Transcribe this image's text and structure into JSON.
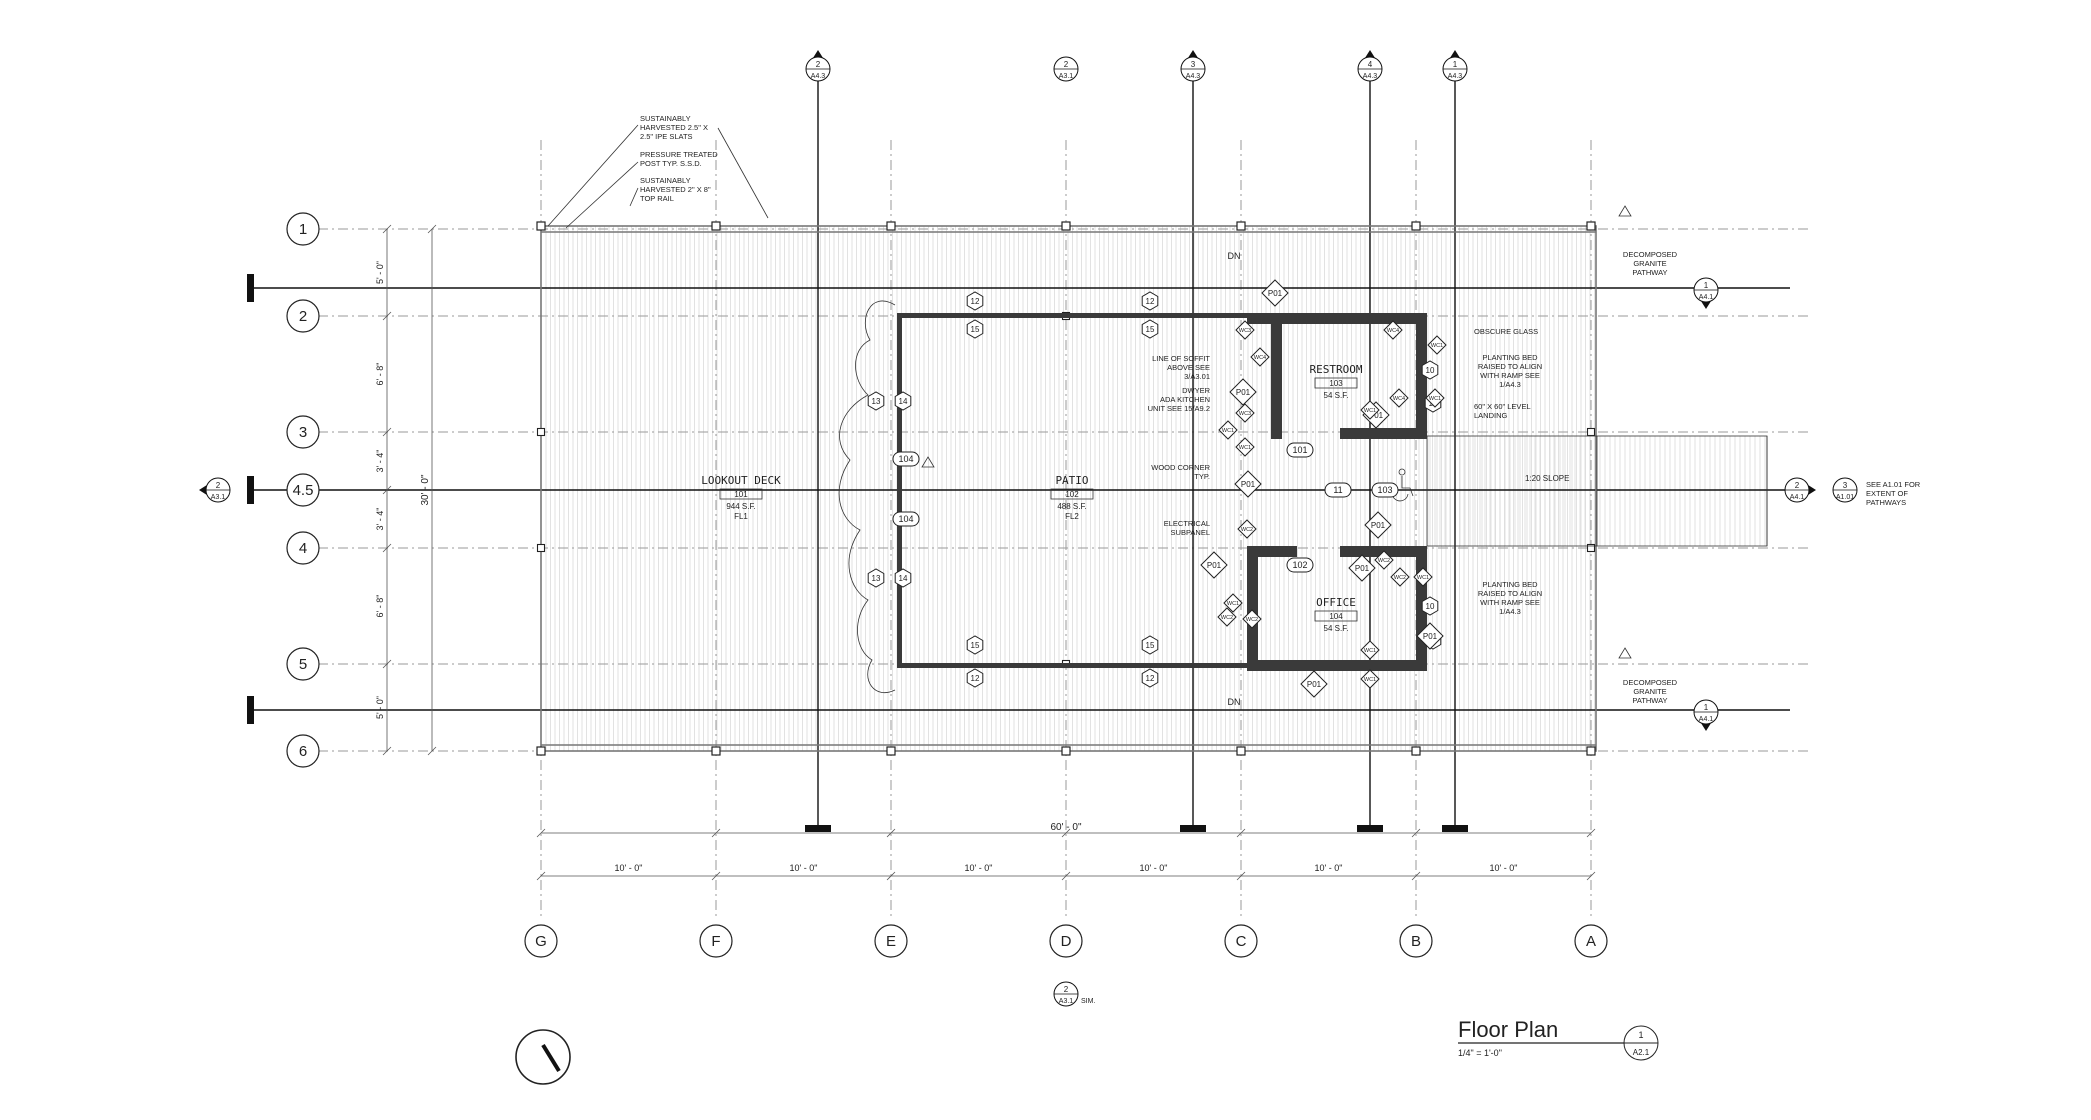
{
  "grid": {
    "rows": [
      "1",
      "2",
      "3",
      "4.5",
      "4",
      "5",
      "6"
    ],
    "columns": [
      "G",
      "F",
      "E",
      "D",
      "C",
      "B",
      "A"
    ]
  },
  "dimensions": {
    "row_spacings": [
      "5' - 0\"",
      "6' - 8\"",
      "3' - 4\"",
      "3' - 4\"",
      "6' - 8\"",
      "5' - 0\""
    ],
    "overall_height": "30' - 0\"",
    "column_spacings": [
      "10' - 0\"",
      "10' - 0\"",
      "10' - 0\"",
      "10' - 0\"",
      "10' - 0\"",
      "10' - 0\""
    ],
    "overall_width": "60' - 0\""
  },
  "rooms": [
    {
      "name": "LOOKOUT DECK",
      "number": "101",
      "area": "944 S.F.",
      "finish": "FL1"
    },
    {
      "name": "PATIO",
      "number": "102",
      "area": "488 S.F.",
      "finish": "FL2"
    },
    {
      "name": "RESTROOM",
      "number": "103",
      "area": "54 S.F."
    },
    {
      "name": "OFFICE",
      "number": "104",
      "area": "54 S.F."
    }
  ],
  "notes": {
    "slats": [
      "SUSTAINABLY",
      "HARVESTED 2.5\" X",
      "2.5\" IPE SLATS"
    ],
    "post": [
      "PRESSURE TREATED",
      "POST TYP. S.S.D."
    ],
    "rail": [
      "SUSTAINABLY",
      "HARVESTED 2\" X 8\"",
      "TOP RAIL"
    ],
    "granite_top": [
      "DECOMPOSED",
      "GRANITE",
      "PATHWAY"
    ],
    "granite_bottom": [
      "DECOMPOSED",
      "GRANITE",
      "PATHWAY"
    ],
    "obscure_glass": "OBSCURE GLASS",
    "planting_top": [
      "PLANTING BED",
      "RAISED TO ALIGN",
      "WITH RAMP SEE",
      "1/A4.3"
    ],
    "planting_bottom": [
      "PLANTING BED",
      "RAISED TO ALIGN",
      "WITH RAMP SEE",
      "1/A4.3"
    ],
    "landing": [
      "60\" X 60\" LEVEL",
      "LANDING"
    ],
    "slope": "1:20 SLOPE",
    "pathways": [
      "SEE A1.01 FOR",
      "EXTENT OF",
      "PATHWAYS"
    ],
    "soffit": [
      "LINE OF SOFFIT",
      "ABOVE SEE",
      "3/A3.01"
    ],
    "kitchen": [
      "DWYER",
      "ADA KITCHEN",
      "UNIT SEE 15/A9.2"
    ],
    "corner": [
      "WOOD CORNER",
      "TYP."
    ],
    "subpanel": [
      "ELECTRICAL",
      "SUBPANEL"
    ],
    "dn_top": "DN",
    "dn_bottom": "DN",
    "sim": "SIM."
  },
  "section_markers": [
    {
      "num": "2",
      "sheet": "A4.3"
    },
    {
      "num": "2",
      "sheet": "A3.1"
    },
    {
      "num": "3",
      "sheet": "A4.3"
    },
    {
      "num": "4",
      "sheet": "A4.3"
    },
    {
      "num": "1",
      "sheet": "A4.3"
    },
    {
      "num": "1",
      "sheet": "A4.1"
    },
    {
      "num": "1",
      "sheet": "A4.1"
    },
    {
      "num": "2",
      "sheet": "A4.1"
    },
    {
      "num": "3",
      "sheet": "A1.01"
    },
    {
      "num": "2",
      "sheet": "A3.1"
    },
    {
      "num": "2",
      "sheet": "A3.1"
    }
  ],
  "door_tags": [
    "104",
    "104",
    "101",
    "103",
    "102",
    "11"
  ],
  "keynotes": [
    "12",
    "12",
    "15",
    "15",
    "13",
    "14",
    "13",
    "14",
    "15",
    "15",
    "12",
    "12",
    "10",
    "10",
    "10",
    "10"
  ],
  "partition_tags": [
    "P01",
    "P01",
    "P01",
    "P01",
    "P01",
    "P01",
    "P01",
    "P01",
    "P01"
  ],
  "wall_codes": [
    "WC3",
    "WC3",
    "WC1",
    "WC4",
    "WC4",
    "WC1",
    "WC4",
    "WC1",
    "WC1",
    "WC1",
    "WC2",
    "WC2",
    "WC2",
    "WC2",
    "WC1",
    "WC2",
    "WC1",
    "WC1",
    "WC1"
  ],
  "title": {
    "name": "Floor Plan",
    "scale": "1/4\" = 1'-0\"",
    "drawing_number": "1",
    "sheet": "A2.1"
  }
}
